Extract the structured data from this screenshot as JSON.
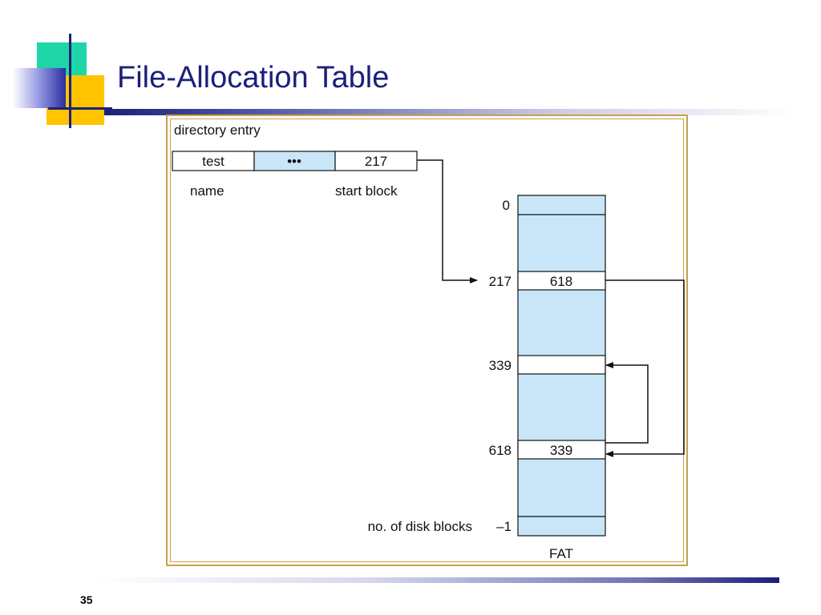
{
  "slide": {
    "title": "File-Allocation Table",
    "page_number": "35"
  },
  "directory": {
    "heading": "directory entry",
    "fields": [
      "test",
      "•••",
      "217"
    ],
    "labels": {
      "name": "name",
      "start": "start block"
    }
  },
  "fat": {
    "rows": [
      {
        "index": "0",
        "value": ""
      },
      {
        "index": "217",
        "value": "618"
      },
      {
        "index": "339",
        "value": ""
      },
      {
        "index": "618",
        "value": "339"
      },
      {
        "index": "–1",
        "value": ""
      }
    ],
    "side_label": "no. of disk blocks",
    "caption": "FAT"
  },
  "colors": {
    "title": "#1b1f7a",
    "cell_fill": "#c8e6f8",
    "frame": "#c9a04a"
  }
}
